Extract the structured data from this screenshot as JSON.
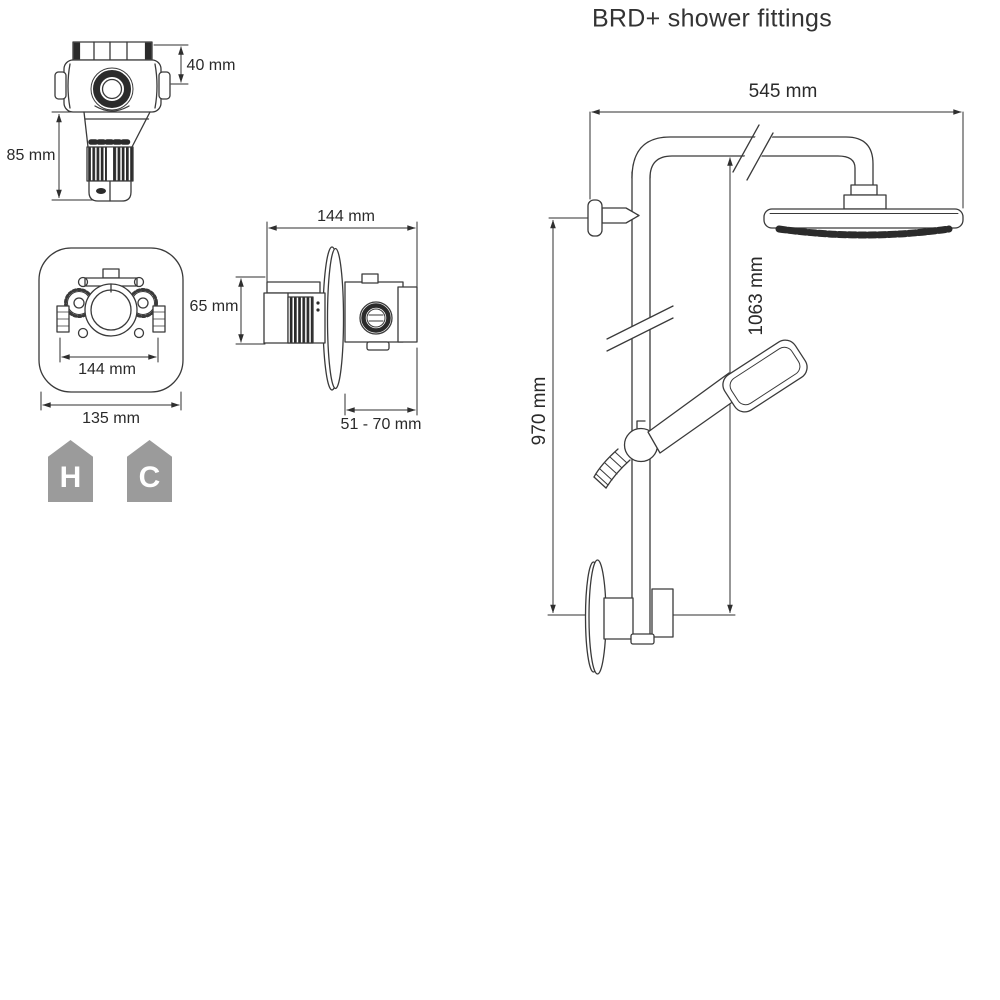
{
  "title": "BRD+ shower fittings",
  "colors": {
    "line": "#3a3a3a",
    "dark_fill": "#2b2b2b",
    "dim_text": "#2a2a2a",
    "icon_gray": "#9b9b9b",
    "background": "#ffffff"
  },
  "diagrams": {
    "valve_top_view": {
      "width_label": "40 mm",
      "height_label": "85 mm"
    },
    "valve_face_view": {
      "valve_width_label": "144 mm",
      "plate_width_label": "135 mm"
    },
    "valve_side_view": {
      "width_label": "144 mm",
      "height_label": "65 mm",
      "depth_label": "51 - 70 mm"
    },
    "shower_rail_view": {
      "arm_reach_label": "545 mm",
      "head_height_label": "1063 mm",
      "rail_height_label": "970 mm"
    }
  },
  "indicators": {
    "hot": "H",
    "cold": "C"
  }
}
